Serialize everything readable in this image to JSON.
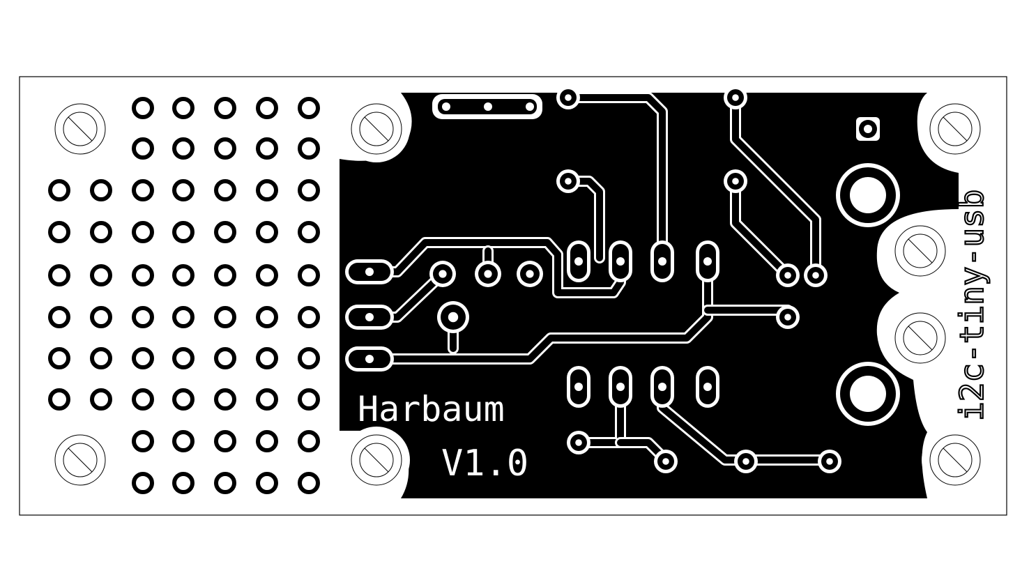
{
  "board": {
    "brand_label": "Harbaum",
    "version_label": "V1.0",
    "project_label": "i2c-tiny-usb"
  },
  "colors": {
    "copper": "#000000",
    "substrate": "#ffffff",
    "outline": "#000000"
  },
  "prototype_area": {
    "rows": [
      {
        "row": 1,
        "pads": 5
      },
      {
        "row": 2,
        "pads": 5
      },
      {
        "row": 3,
        "pads": 7
      },
      {
        "row": 4,
        "pads": 7
      },
      {
        "row": 5,
        "pads": 7
      },
      {
        "row": 6,
        "pads": 7
      },
      {
        "row": 7,
        "pads": 7
      },
      {
        "row": 8,
        "pads": 7
      },
      {
        "row": 9,
        "pads": 5
      },
      {
        "row": 10,
        "pads": 5
      }
    ]
  },
  "mounting_holes": [
    {
      "corner": "top-left"
    },
    {
      "corner": "bottom-left"
    },
    {
      "corner": "top-center"
    },
    {
      "corner": "bottom-center"
    },
    {
      "corner": "top-right"
    },
    {
      "corner": "bottom-right"
    },
    {
      "corner": "usb-upper"
    },
    {
      "corner": "usb-lower"
    }
  ]
}
